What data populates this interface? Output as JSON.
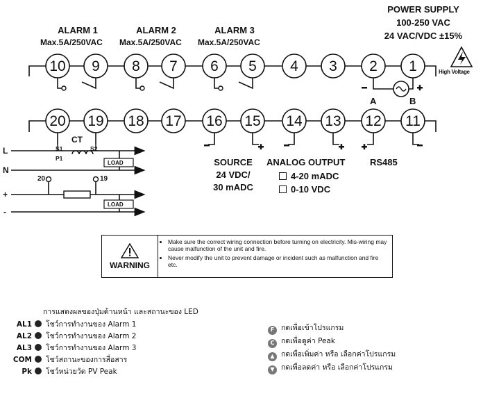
{
  "header": {
    "power_supply": {
      "title": "POWER SUPPLY",
      "line1": "100-250 VAC",
      "line2": "24 VAC/VDC ±15%"
    },
    "alarms": [
      {
        "title": "ALARM 1",
        "rating": "Max.5A/250VAC"
      },
      {
        "title": "ALARM 2",
        "rating": "Max.5A/250VAC"
      },
      {
        "title": "ALARM 3",
        "rating": "Max.5A/250VAC"
      }
    ],
    "high_voltage": "High Voltage"
  },
  "terminals_top": [
    "10",
    "9",
    "8",
    "7",
    "6",
    "5",
    "4",
    "3",
    "2",
    "1"
  ],
  "terminals_bottom": [
    "20",
    "19",
    "18",
    "17",
    "16",
    "15",
    "14",
    "13",
    "12",
    "11"
  ],
  "polarity": {
    "minus": "−",
    "plus": "+"
  },
  "rs485_pins": {
    "a": "A",
    "b": "B"
  },
  "ct_diagram": {
    "ct": "CT",
    "s1": "S1",
    "s2": "S2",
    "p1": "P1",
    "load": "LOAD",
    "t20": "20",
    "t19": "19",
    "lines": [
      "L",
      "N",
      "+",
      "-"
    ]
  },
  "sections": {
    "source": {
      "title": "SOURCE",
      "line1": "24 VDC/",
      "line2": "30 mADC"
    },
    "analog_output": {
      "title": "ANALOG OUTPUT",
      "opt1": "4-20 mADC",
      "opt2": "0-10 VDC"
    },
    "rs485": "RS485"
  },
  "warning": {
    "label": "WARNING",
    "bullet1": "Make sure the correct wiring connection before turning on electricity. Mis-wiring may cause malfunction of the unit and fire.",
    "bullet2": "Never modify the unit to prevent damage or incident such as malfunction and fire etc."
  },
  "legend": {
    "heading": "การแสดงผลของปุ่มด้านหน้า และสถานะของ LED",
    "leds": [
      {
        "key": "AL1",
        "text": "โชว์การทำงานของ Alarm 1"
      },
      {
        "key": "AL2",
        "text": "โชว์การทำงานของ Alarm 2"
      },
      {
        "key": "AL3",
        "text": "โชว์การทำงานของ Alarm 3"
      },
      {
        "key": "COM",
        "text": "โชว์สถานะของการสื่อสาร"
      },
      {
        "key": "Pk",
        "text": "โชว์หน่วยวัด PV Peak"
      }
    ],
    "keys": [
      {
        "icon": "F",
        "text": "กดเพื่อเข้าโปรแกรม"
      },
      {
        "icon": "C",
        "text": "กดเพื่อดูค่า Peak"
      },
      {
        "icon": "▲",
        "text": "กดเพื่อเพิ่มค่า หรือ เลือกค่าโปรแกรม"
      },
      {
        "icon": "▼",
        "text": "กดเพื่อลดค่า หรือ เลือกค่าโปรแกรม"
      }
    ]
  },
  "colors": {
    "ink": "#111111",
    "key_icon": "#777777"
  }
}
